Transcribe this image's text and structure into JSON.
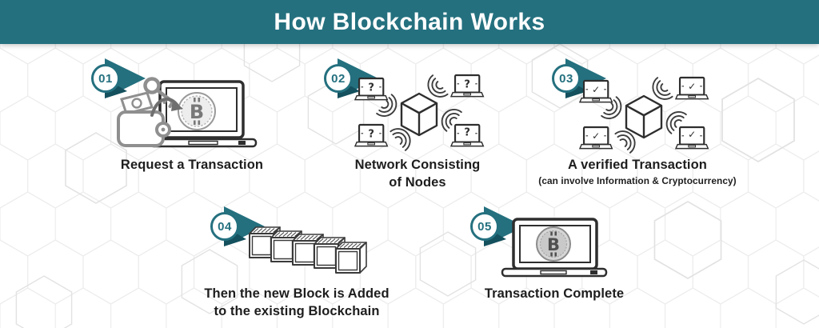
{
  "header": {
    "title": "How Blockchain Works"
  },
  "colors": {
    "teal": "#24707F",
    "tealdark": "#14505D",
    "ink": "#1d1d1d",
    "line": "#2e2e2e",
    "gray": "#8f8f8f"
  },
  "steps": [
    {
      "number": "01",
      "title": "Request a Transaction",
      "icon": "wallet-key-to-laptop-bitcoin",
      "coin_symbol": "B"
    },
    {
      "number": "02",
      "title": "Network Consisting\nof Nodes",
      "icon": "laptops-around-cube-network",
      "node_symbol": "?"
    },
    {
      "number": "03",
      "title": "A verified Transaction",
      "subtitle": "(can involve Information & Cryptocurrency)",
      "icon": "laptops-around-cube-verified",
      "node_symbol": "✓"
    },
    {
      "number": "04",
      "title": "Then the new Block is Added\nto the existing Blockchain",
      "icon": "blockchain-cubes-row"
    },
    {
      "number": "05",
      "title": "Transaction Complete",
      "icon": "laptop-bitcoin",
      "coin_symbol": "B"
    }
  ]
}
